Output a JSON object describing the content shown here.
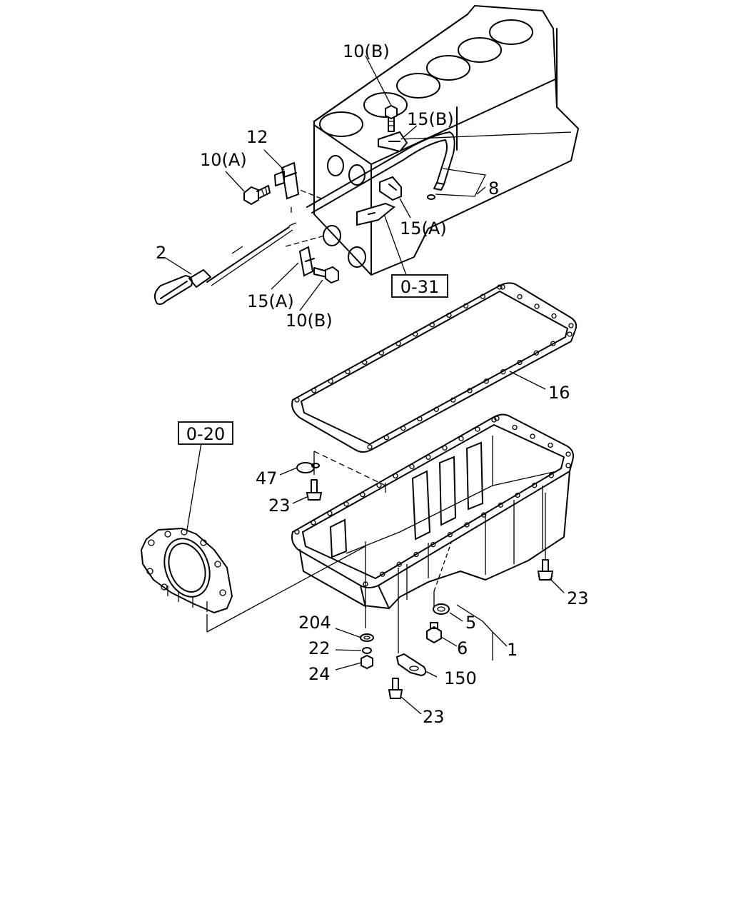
{
  "callouts": {
    "c10b_top": "10(B)",
    "c15b": "15(B)",
    "c12": "12",
    "c10a": "10(A)",
    "c8": "8",
    "c15a_right": "15(A)",
    "c2": "2",
    "c15a_left": "15(A)",
    "c10b_bottom": "10(B)",
    "c16": "16",
    "c47": "47",
    "c23_left": "23",
    "c23_right": "23",
    "c204": "204",
    "c22": "22",
    "c24": "24",
    "c5": "5",
    "c6": "6",
    "c1": "1",
    "c150": "150",
    "c23_bottom": "23"
  },
  "references": {
    "ref_031": "0-31",
    "ref_020": "0-20"
  }
}
